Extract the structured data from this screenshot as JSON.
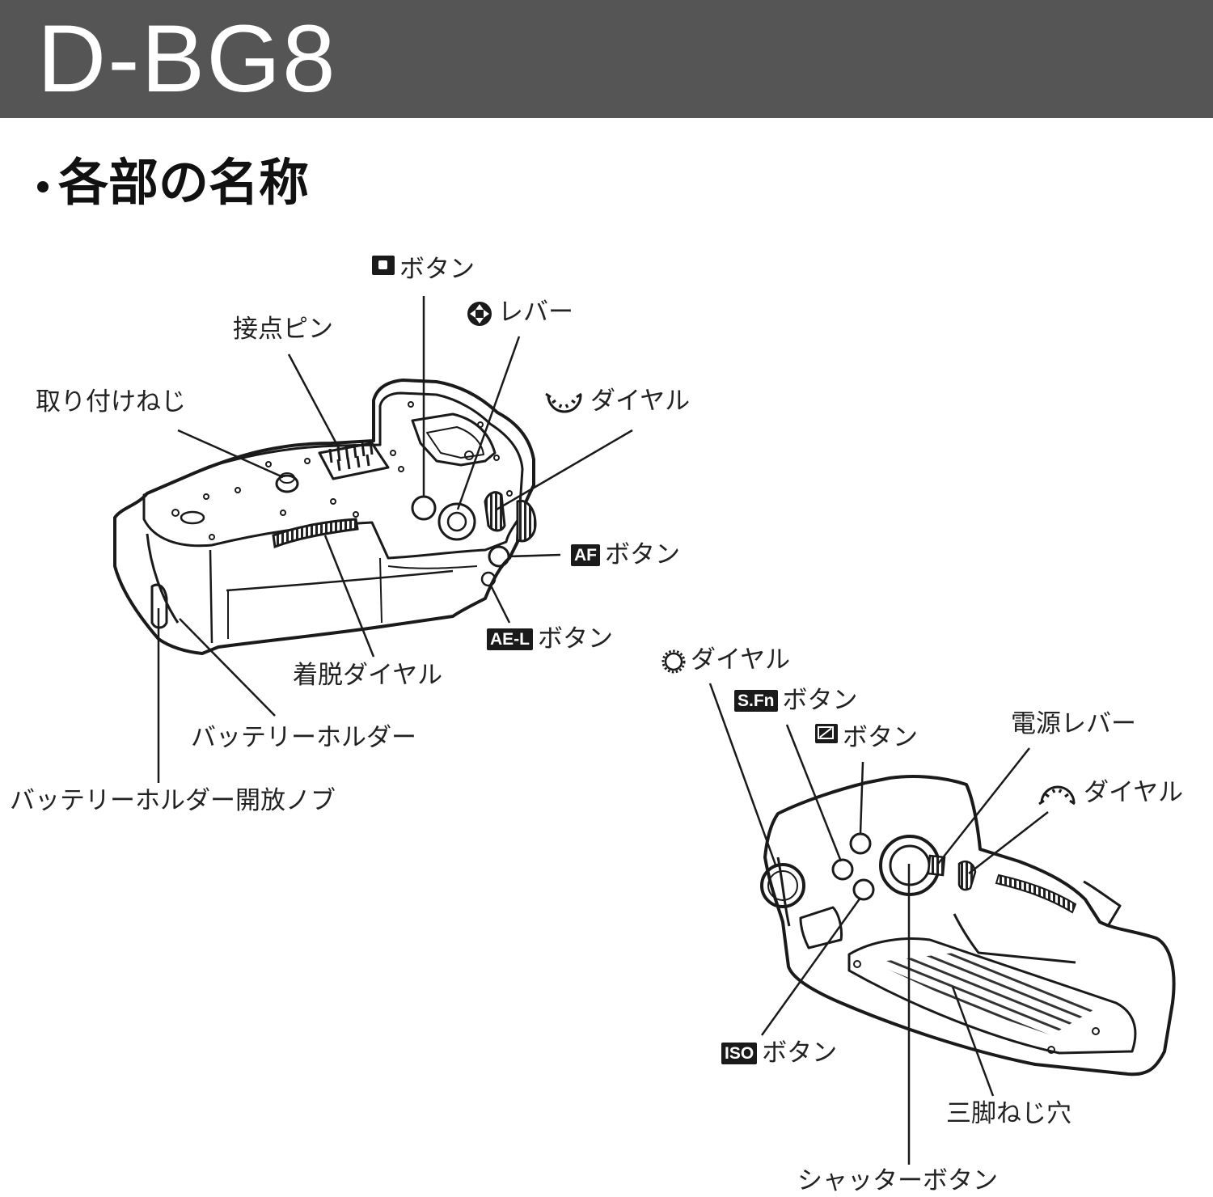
{
  "header": {
    "title": "D-BG8",
    "background": "#555555"
  },
  "section": {
    "title": "各部の名称"
  },
  "labels": {
    "ae_button": "ボタン",
    "four_way_lever": "レバー",
    "contact_pins": "接点ピン",
    "mounting_screw": "取り付けねじ",
    "rear_dial": "ダイヤル",
    "af_button": "ボタン",
    "ael_button": "ボタン",
    "release_dial": "着脱ダイヤル",
    "battery_holder": "バッテリーホルダー",
    "battery_holder_knob": "バッテリーホルダー開放ノブ",
    "control_dial": "ダイヤル",
    "sfn_button": "ボタン",
    "ev_button": "ボタン",
    "power_lever": "電源レバー",
    "front_dial": "ダイヤル",
    "iso_button": "ボタン",
    "tripod_socket": "三脚ねじ穴",
    "shutter_button": "シャッターボタン"
  },
  "badges": {
    "af": "AF",
    "ael": "AE-L",
    "sfn": "S.Fn",
    "iso": "ISO"
  },
  "icons": {
    "ae_button": "square-dot-icon",
    "four_way_lever": "four-way-lever-icon",
    "rear_dial": "rear-dial-icon",
    "control_dial": "control-dial-icon",
    "ev_button": "exposure-compensation-icon",
    "front_dial": "front-dial-icon"
  }
}
